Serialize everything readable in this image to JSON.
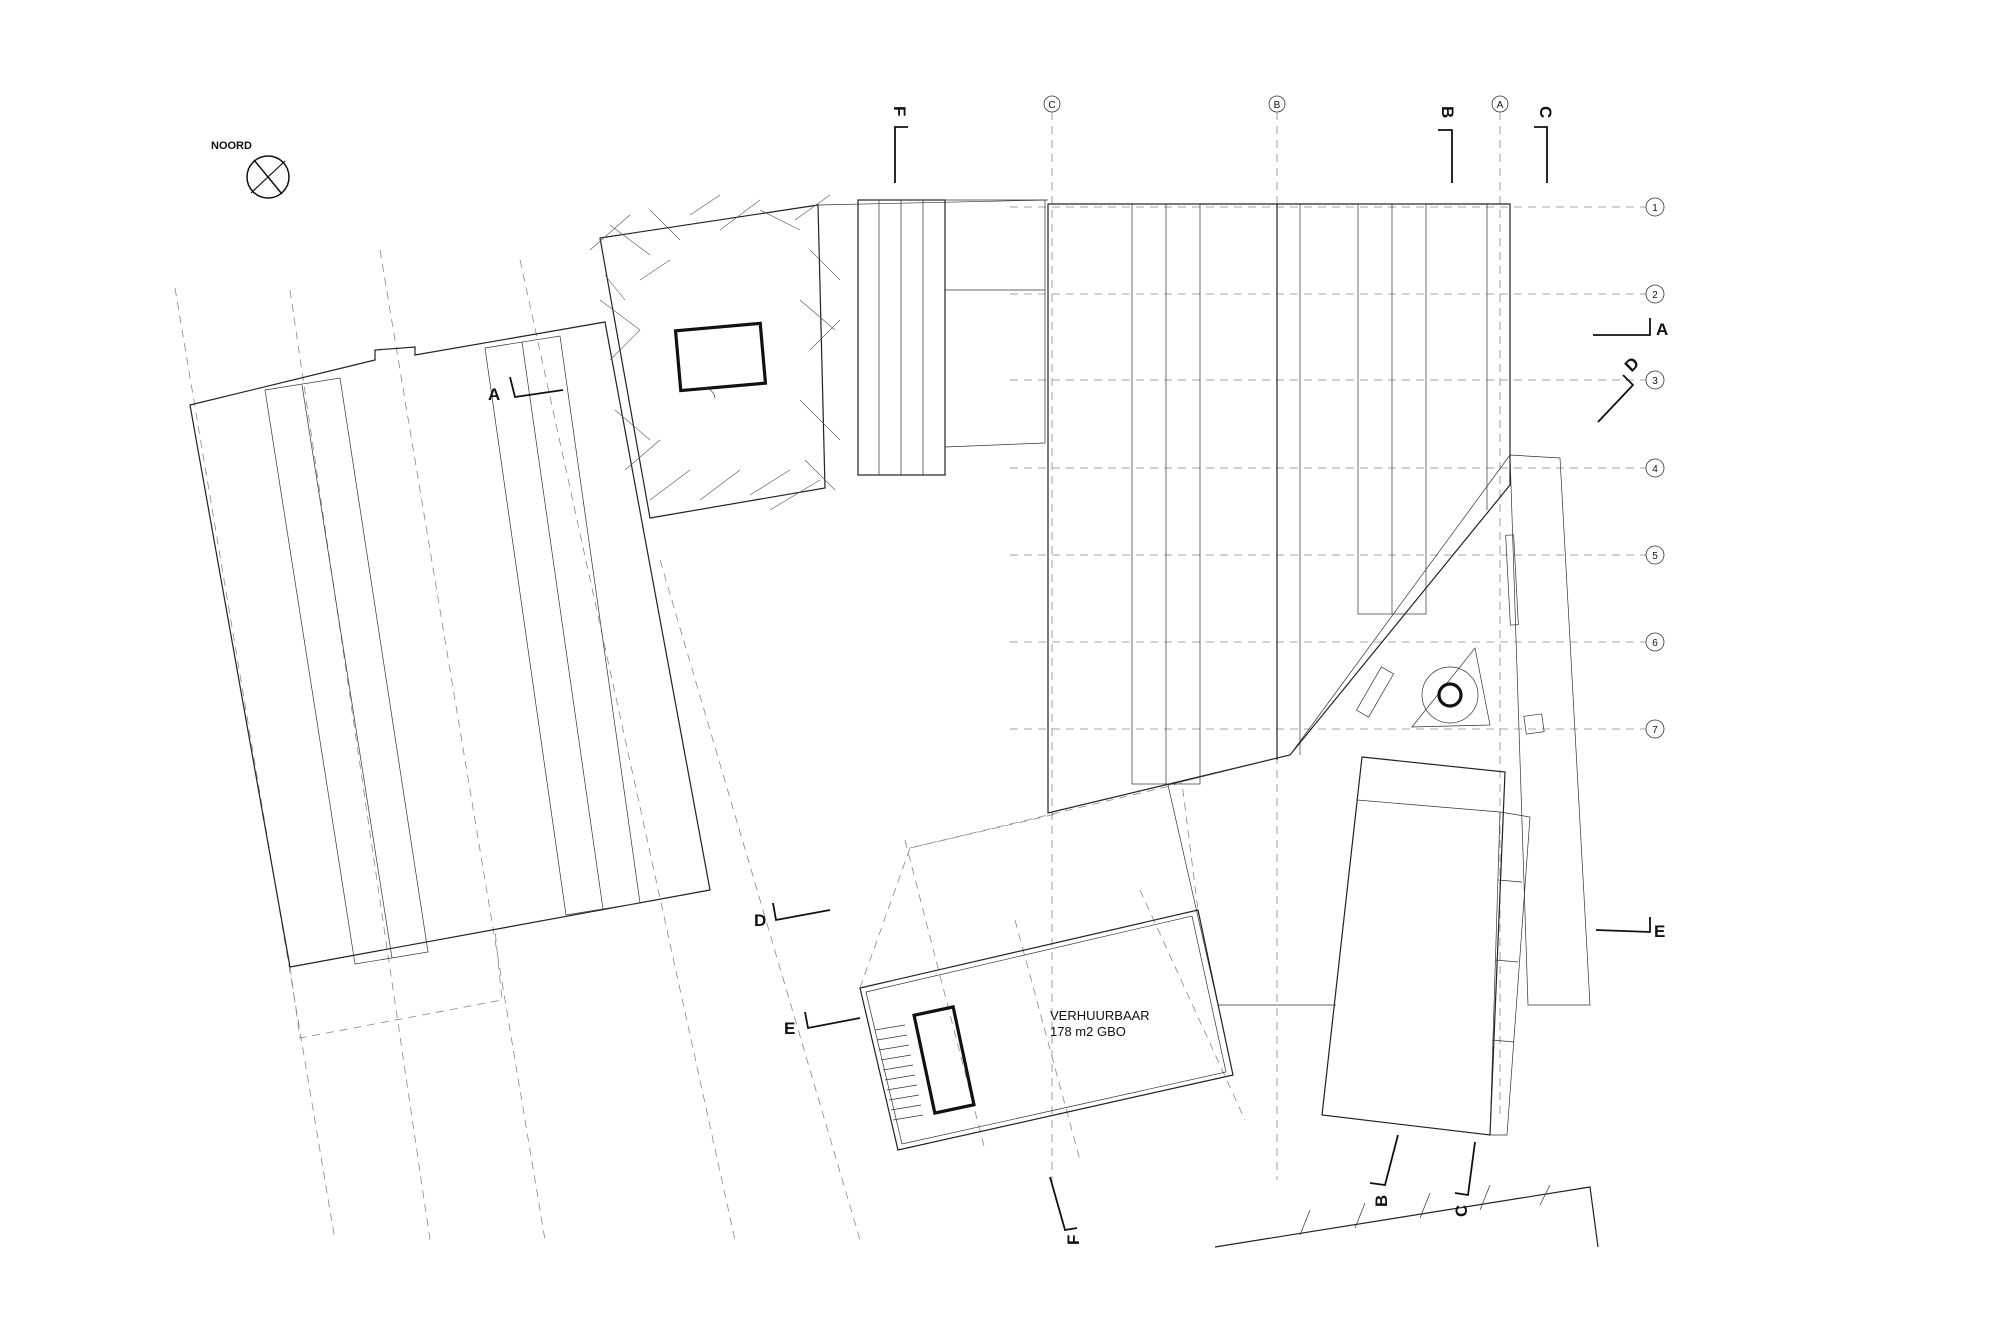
{
  "north": {
    "label": "NOORD"
  },
  "grid_axes": {
    "vertical": [
      "C",
      "B",
      "A"
    ],
    "horizontal": [
      "1",
      "2",
      "3",
      "4",
      "5",
      "6",
      "7"
    ]
  },
  "section_markers": {
    "A": "A",
    "B": "B",
    "C": "C",
    "D": "D",
    "E": "E",
    "F": "F"
  },
  "rental_unit": {
    "line1": "VERHUURBAAR",
    "line2": "178 m2 GBO"
  }
}
